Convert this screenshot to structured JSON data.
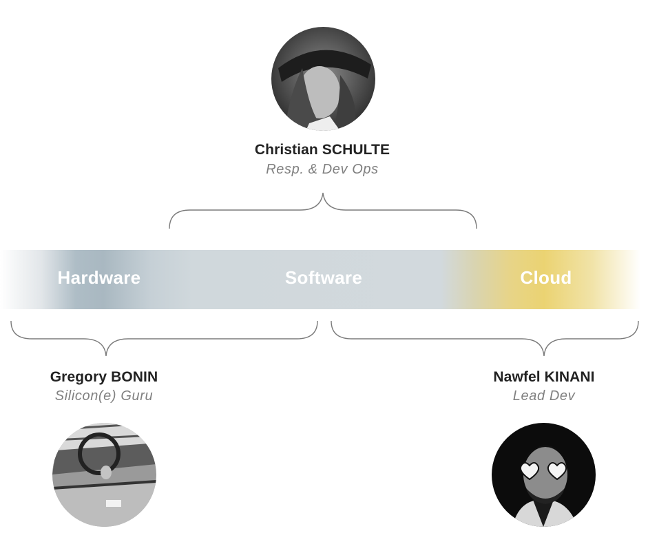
{
  "band": {
    "segments": [
      {
        "label": "Hardware",
        "color": "#a9b8c1"
      },
      {
        "label": "Software",
        "color": "#d2d9dd"
      },
      {
        "label": "Cloud",
        "color": "#ebd372"
      }
    ]
  },
  "people": {
    "top": {
      "name": "Christian SCHULTE",
      "role": "Resp. & Dev Ops"
    },
    "left": {
      "name": "Gregory BONIN",
      "role": "Silicon(e) Guru"
    },
    "right": {
      "name": "Nawfel KINANI",
      "role": "Lead Dev"
    }
  },
  "colors": {
    "name_text": "#222222",
    "role_text": "#808080",
    "brace_stroke": "#7a7a7a",
    "band_label_text": "#ffffff"
  }
}
